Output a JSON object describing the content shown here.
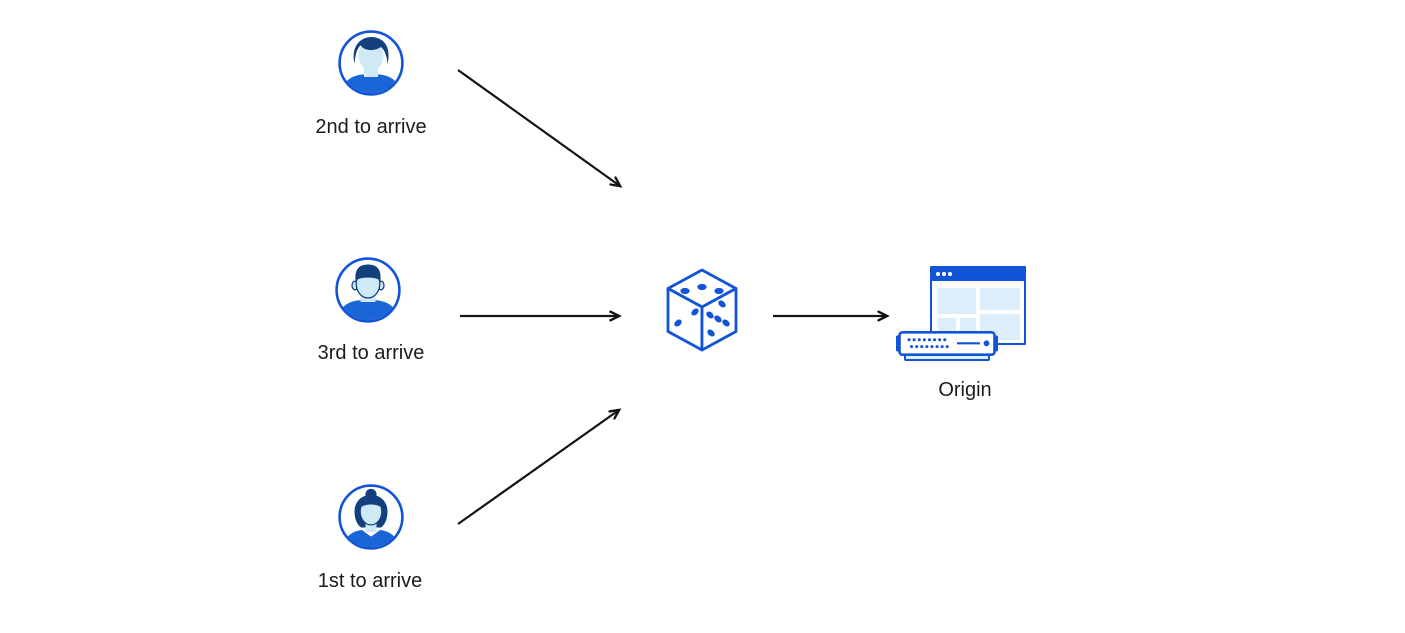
{
  "users": [
    {
      "label": "2nd to arrive",
      "avatar_icon": "man-swept-hair-avatar-icon"
    },
    {
      "label": "3rd to arrive",
      "avatar_icon": "man-flattop-avatar-icon"
    },
    {
      "label": "1st to arrive",
      "avatar_icon": "woman-bun-avatar-icon"
    }
  ],
  "center": {
    "icon": "dice-icon"
  },
  "origin": {
    "label": "Origin",
    "icons": [
      "browser-window-icon",
      "server-icon"
    ]
  },
  "connections": [
    {
      "from": "user-2nd-to-arrive",
      "to": "dice"
    },
    {
      "from": "user-3rd-to-arrive",
      "to": "dice"
    },
    {
      "from": "user-1st-to-arrive",
      "to": "dice"
    },
    {
      "from": "dice",
      "to": "origin"
    }
  ],
  "colors": {
    "primary_blue": "#1254d8",
    "dark_navy": "#14417e",
    "face_light_blue": "#cfe9f7",
    "shirt_blue": "#1a66d6",
    "panel_light_blue": "#ddeefb",
    "arrow_black": "#141414",
    "text": "#1b1b1b",
    "background": "#ffffff"
  }
}
